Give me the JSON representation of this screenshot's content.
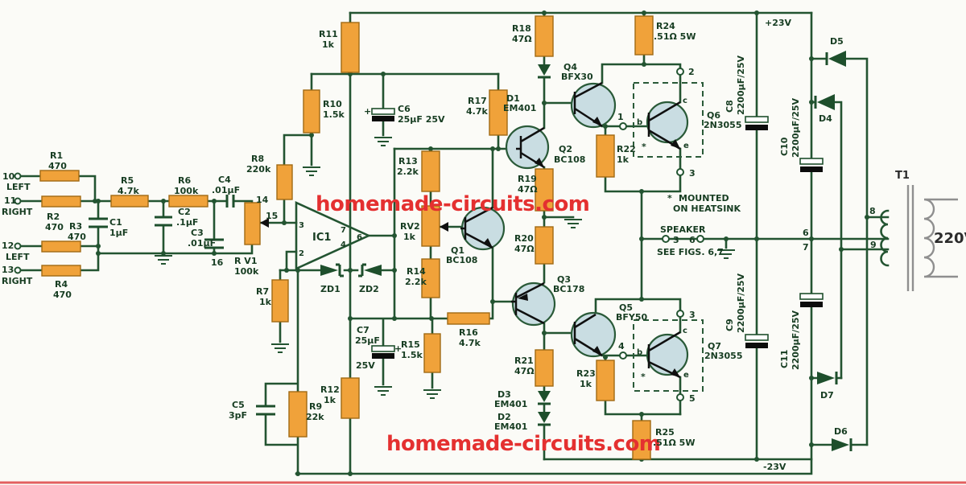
{
  "watermarks": {
    "top": "homemade-circuits.com",
    "bottom": "homemade-circuits.com"
  },
  "power": {
    "pos_rail": "+23V",
    "neg_rail": "-23V",
    "mains": "220V",
    "transformer": "T1"
  },
  "notes": {
    "heatsink_star": "*",
    "heatsink_line1": "MOUNTED",
    "heatsink_line2": "ON HEATSINK",
    "speaker": "SPEAKER",
    "see_figs": "SEE FIGS. 6,7"
  },
  "ic1": {
    "name": "IC1",
    "pin2": "2",
    "pin3": "3",
    "pin4": "4",
    "pin6": "6",
    "pin7": "7"
  },
  "inputs": {
    "t10": "10",
    "t10_label": "LEFT",
    "t11": "11",
    "t11_label": "RIGHT",
    "t12": "12",
    "t12_label": "LEFT",
    "t13": "13",
    "t13_label": "RIGHT"
  },
  "terminals": {
    "t1": "1",
    "t2": "2",
    "t3": "3",
    "t4": "4",
    "t5": "5",
    "t6": "6",
    "t7": "7",
    "t8": "8",
    "t9": "9",
    "t14": "14",
    "t15": "15",
    "t16": "16",
    "spk_left": "3",
    "spk_right": "6",
    "q6_3": "3",
    "q7_3": "3",
    "q7_5": "5"
  },
  "tr_pins": {
    "c": "c",
    "b": "b",
    "e": "e",
    "star": "*"
  },
  "components": {
    "r1": {
      "n": "R1",
      "v": "470"
    },
    "r2": {
      "n": "R2",
      "v": "470"
    },
    "r3": {
      "n": "R3",
      "v": "470"
    },
    "r4": {
      "n": "R4",
      "v": "470"
    },
    "r5": {
      "n": "R5",
      "v": "4.7k"
    },
    "r6": {
      "n": "R6",
      "v": "100k"
    },
    "r7": {
      "n": "R7",
      "v": "1k"
    },
    "r8": {
      "n": "R8",
      "v": "220k"
    },
    "r9": {
      "n": "R9",
      "v": "22k"
    },
    "r10": {
      "n": "R10",
      "v": "1.5k"
    },
    "r11": {
      "n": "R11",
      "v": "1k"
    },
    "r12": {
      "n": "R12",
      "v": "1k"
    },
    "r13": {
      "n": "R13",
      "v": "2.2k"
    },
    "r14": {
      "n": "R14",
      "v": "2.2k"
    },
    "r15": {
      "n": "R15",
      "v": "1.5k"
    },
    "r16": {
      "n": "R16",
      "v": "4.7k"
    },
    "r17": {
      "n": "R17",
      "v": "4.7k"
    },
    "r18": {
      "n": "R18",
      "v": "47Ω"
    },
    "r19": {
      "n": "R19",
      "v": "47Ω"
    },
    "r20": {
      "n": "R20",
      "v": "47Ω"
    },
    "r21": {
      "n": "R21",
      "v": "47Ω"
    },
    "r22": {
      "n": "R22",
      "v": "1k"
    },
    "r23": {
      "n": "R23",
      "v": "1k"
    },
    "r24": {
      "n": "R24",
      "v": ".51Ω 5W"
    },
    "r25": {
      "n": "R25",
      "v": ".51Ω 5W"
    },
    "rv1": {
      "n": "R V1",
      "v": "100k"
    },
    "rv2": {
      "n": "RV2",
      "v": "1k"
    },
    "c1": {
      "n": "C1",
      "v": "1µF"
    },
    "c2": {
      "n": "C2",
      "v": ".1µF"
    },
    "c3": {
      "n": "C3",
      "v": ".01µF"
    },
    "c4": {
      "n": "C4",
      "v": ".01µF"
    },
    "c5": {
      "n": "C5",
      "v": "3pF"
    },
    "c6": {
      "n": "C6",
      "v": "25µF 25V"
    },
    "c7": {
      "n": "C7",
      "v": "25µF",
      "v2": "25V"
    },
    "c8": {
      "n": "C8",
      "v": "2200µF/25V"
    },
    "c9": {
      "n": "C9",
      "v": "2200µF/25V"
    },
    "c10": {
      "n": "C10",
      "v": "2200µF/25V"
    },
    "c11": {
      "n": "C11",
      "v": "2200µF/25V"
    },
    "d1": {
      "n": "D1",
      "v": "EM401"
    },
    "d2": {
      "n": "D2",
      "v": "EM401"
    },
    "d3": {
      "n": "D3",
      "v": "EM401"
    },
    "d4": {
      "n": "D4"
    },
    "d5": {
      "n": "D5"
    },
    "d6": {
      "n": "D6"
    },
    "d7": {
      "n": "D7"
    },
    "zd1": {
      "n": "ZD1"
    },
    "zd2": {
      "n": "ZD2"
    },
    "q1": {
      "n": "Q1",
      "v": "BC108"
    },
    "q2": {
      "n": "Q2",
      "v": "BC108"
    },
    "q3": {
      "n": "Q3",
      "v": "BC178"
    },
    "q4": {
      "n": "Q4",
      "v": "BFX30"
    },
    "q5": {
      "n": "Q5",
      "v": "BFY50"
    },
    "q6": {
      "n": "Q6",
      "v": "2N3055"
    },
    "q7": {
      "n": "Q7",
      "v": "2N3055"
    },
    "plus": "+"
  }
}
